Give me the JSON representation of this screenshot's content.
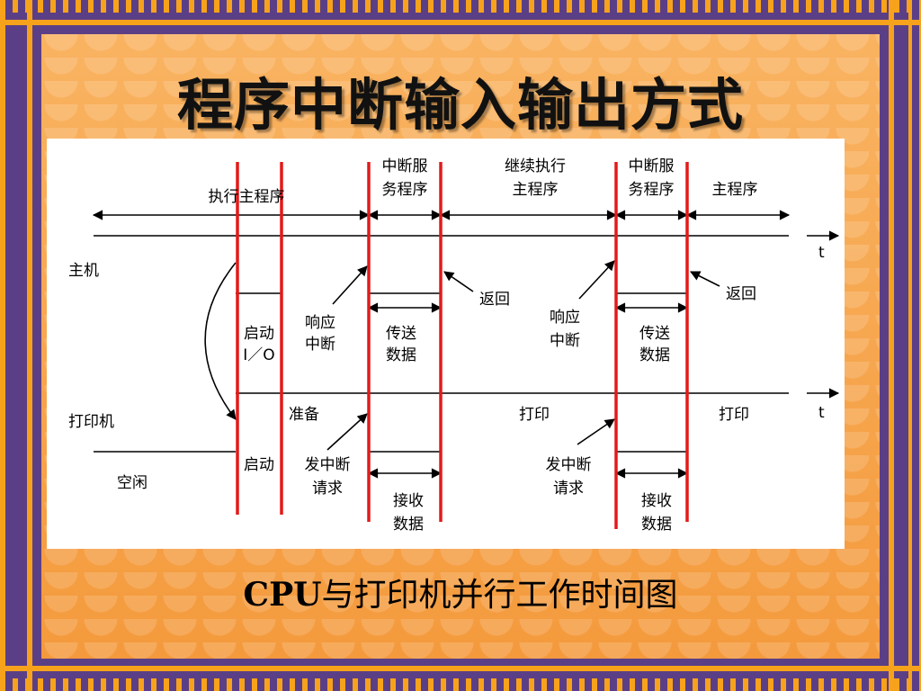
{
  "slide": {
    "title": "程序中断输入输出方式",
    "caption_bold": "CPU",
    "caption_rest": "与打印机并行工作时间图"
  },
  "diagram": {
    "top_labels": {
      "exec_main_1": "执行主程序",
      "isr1_line1": "中断服",
      "isr1_line2": "务程序",
      "continue_line1": "继续执行",
      "continue_line2": "主程序",
      "isr2_line1": "中断服",
      "isr2_line2": "务程序",
      "main_end": "主程序"
    },
    "host_label": "主机",
    "printer_label": "打印机",
    "idle_label": "空闲",
    "t_label": "t",
    "start_io_line1": "启动",
    "start_io_line2": "I／O",
    "respond_line1": "响应",
    "respond_line2": "中断",
    "transfer_line1": "传送",
    "transfer_line2": "数据",
    "return_label": "返回",
    "prepare_label": "准备",
    "print_label": "打印",
    "start_label": "启动",
    "send_int_line1": "发中断",
    "send_int_line2": "请求",
    "receive_line1": "接收",
    "receive_line2": "数据"
  },
  "colors": {
    "frame_purple": "#5b3f86",
    "frame_orange": "#f7a21b",
    "background_orange": "#f6a649",
    "red_marker": "#e31a1a"
  }
}
